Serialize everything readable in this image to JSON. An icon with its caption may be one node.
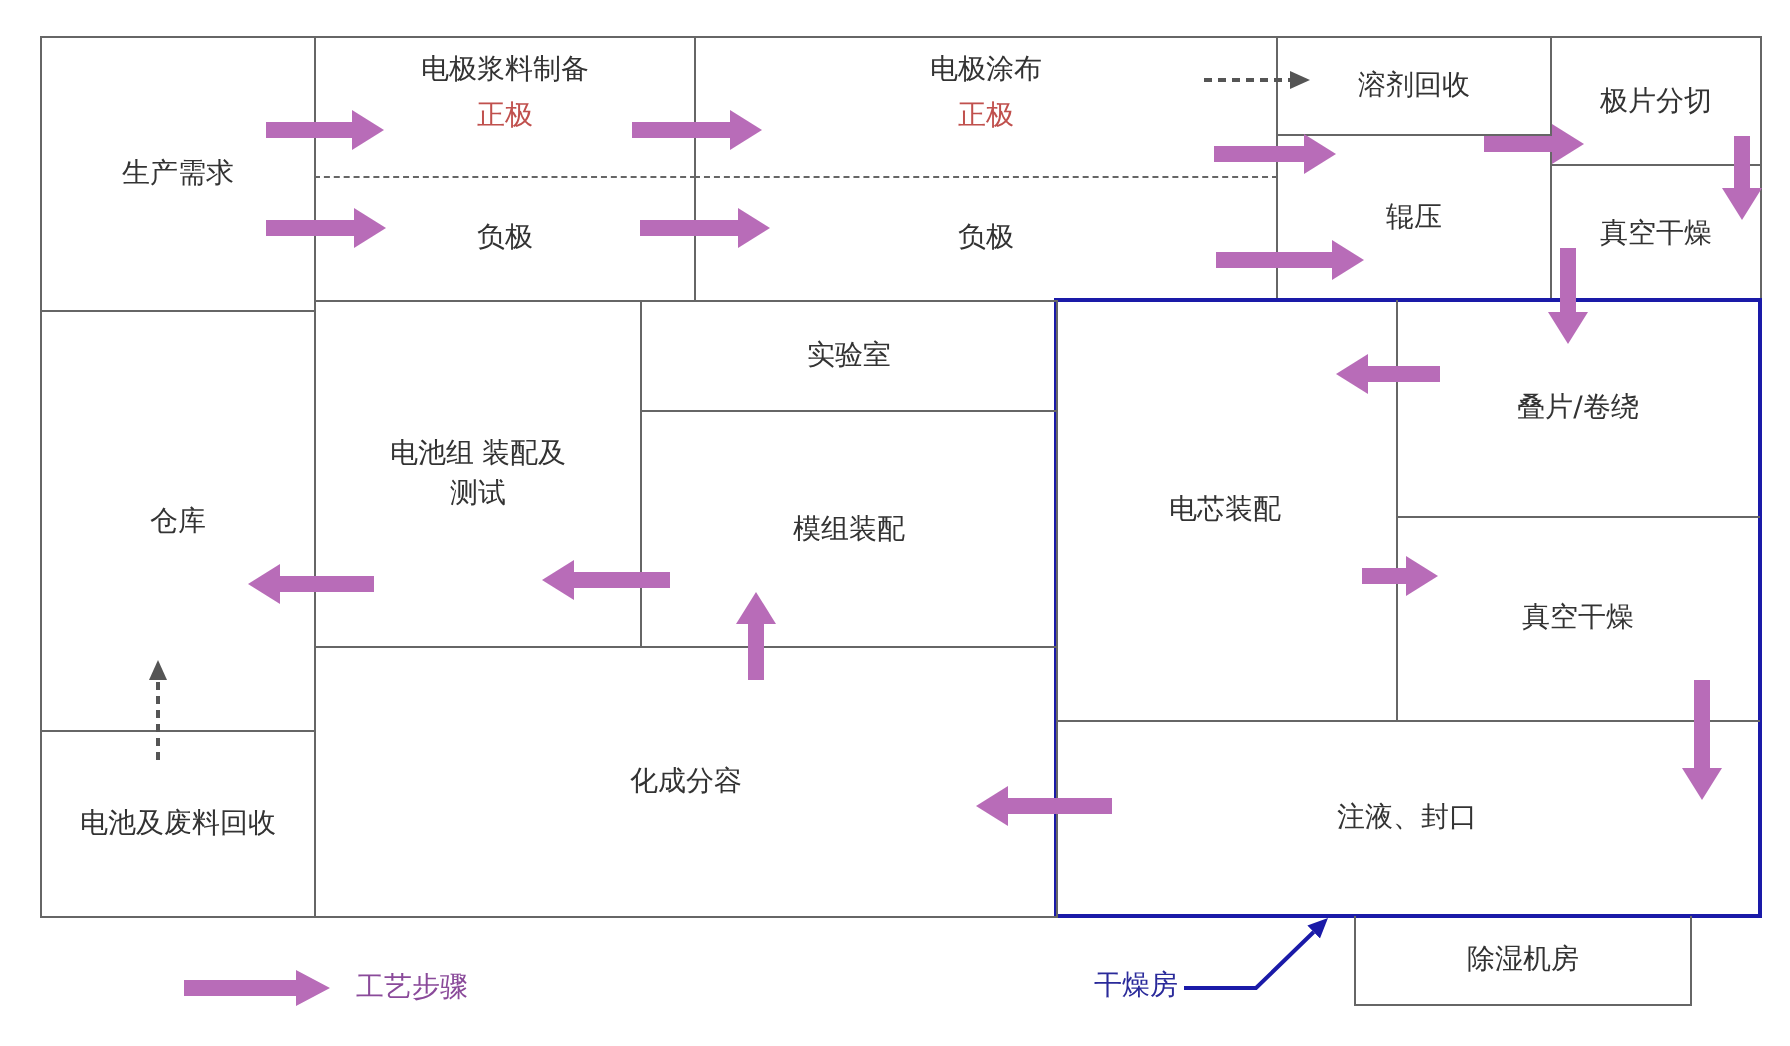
{
  "diagram": {
    "nodes": [
      {
        "text": [
          "生产需求"
        ]
      },
      {
        "text": [
          "电极浆料制备",
          "正极"
        ]
      },
      {
        "text": [
          "负极"
        ]
      },
      {
        "text": [
          "电极涂布",
          "正极"
        ]
      },
      {
        "text": [
          "负极"
        ]
      },
      {
        "text": [
          "溶剂回收"
        ]
      },
      {
        "text": [
          "辊压"
        ]
      },
      {
        "text": [
          "极片分切"
        ]
      },
      {
        "text": [
          "真空干燥"
        ]
      },
      {
        "text": [],
        "shape": "box"
      },
      {
        "text": [
          "叠片/卷绕"
        ],
        "in": 9
      },
      {
        "text": [
          "电芯装配"
        ],
        "in": 9
      },
      {
        "text": [
          "真空干燥"
        ],
        "in": 9
      },
      {
        "text": [
          "注液、封口"
        ],
        "in": 9
      },
      {
        "text": [
          "实验室"
        ]
      },
      {
        "text": [
          "电池组 装配及测试"
        ]
      },
      {
        "text": [
          "模组装配"
        ]
      },
      {
        "text": [
          "仓库"
        ]
      },
      {
        "text": [
          "化成分容"
        ]
      },
      {
        "text": [
          "电池及废料回收"
        ]
      },
      {
        "text": [
          "除湿机房"
        ]
      },
      {
        "text": [
          "干燥房"
        ]
      }
    ],
    "edges": [
      {
        "from": 0,
        "to": 1,
        "arrow": "to"
      },
      {
        "from": 0,
        "to": 2,
        "arrow": "to"
      },
      {
        "from": 1,
        "to": 3,
        "arrow": "to"
      },
      {
        "from": 2,
        "to": 4,
        "arrow": "to"
      },
      {
        "from": 3,
        "to": 5,
        "arrow": "to",
        "style": "dashed",
        "color": "#555555"
      },
      {
        "from": 3,
        "to": 6,
        "arrow": "to"
      },
      {
        "from": 4,
        "to": 6,
        "arrow": "to"
      },
      {
        "from": 6,
        "to": 7,
        "arrow": "to"
      },
      {
        "from": 7,
        "to": 8,
        "arrow": "to"
      },
      {
        "from": 8,
        "to": 10,
        "arrow": "to"
      },
      {
        "from": 10,
        "to": 11,
        "arrow": "to"
      },
      {
        "from": 11,
        "to": 12,
        "arrow": "to"
      },
      {
        "from": 12,
        "to": 13,
        "arrow": "to"
      },
      {
        "from": 13,
        "to": 18,
        "arrow": "to"
      },
      {
        "from": 18,
        "to": 16,
        "arrow": "to"
      },
      {
        "from": 16,
        "to": 15,
        "arrow": "to"
      },
      {
        "from": 15,
        "to": 17,
        "arrow": "to"
      },
      {
        "from": 19,
        "to": 17,
        "arrow": "to",
        "style": "dashed",
        "color": "#555555"
      },
      {
        "from": 21,
        "to": 9,
        "arrow": "to",
        "color": "#1a1aa8"
      }
    ],
    "legend": [
      {
        "text": "工艺步骤"
      }
    ]
  }
}
